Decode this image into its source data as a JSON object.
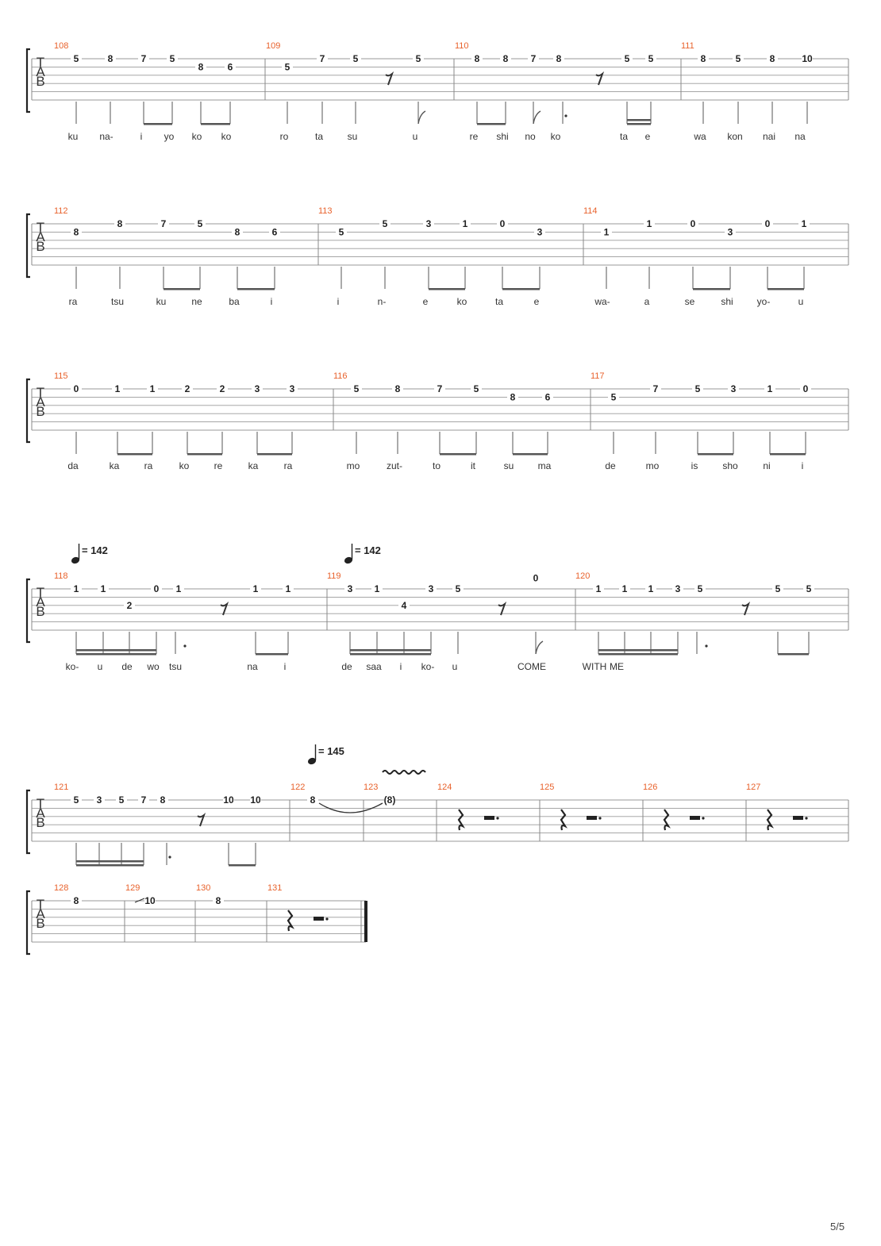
{
  "page_label": "5/5",
  "tab_clef": [
    "T",
    "A",
    "B"
  ],
  "systems": [
    {
      "measures": [
        {
          "number": "108",
          "frets": [
            "5",
            "8",
            "7",
            "5",
            "8",
            "6"
          ],
          "lyrics": [
            "ku",
            "na-",
            "i",
            "yo",
            "ko",
            "ko"
          ]
        },
        {
          "number": "109",
          "frets": [
            "5",
            "7",
            "5",
            "5"
          ],
          "lyrics": [
            "ro",
            "ta",
            "su",
            "u"
          ]
        },
        {
          "number": "110",
          "frets": [
            "8",
            "8",
            "7",
            "8",
            "5",
            "5"
          ],
          "lyrics": [
            "re",
            "shi",
            "no",
            "ko",
            "ta",
            "e"
          ]
        },
        {
          "number": "111",
          "frets": [
            "8",
            "5",
            "8",
            "10"
          ],
          "lyrics": [
            "wa",
            "kon",
            "nai",
            "na"
          ]
        }
      ]
    },
    {
      "measures": [
        {
          "number": "112",
          "frets": [
            "8",
            "8",
            "7",
            "5",
            "8",
            "6"
          ],
          "lyrics": [
            "ra",
            "tsu",
            "ku",
            "ne",
            "ba",
            "i"
          ]
        },
        {
          "number": "113",
          "frets": [
            "5",
            "5",
            "3",
            "1",
            "0",
            "3"
          ],
          "lyrics": [
            "i",
            "n-",
            "e",
            "ko",
            "ta",
            "e"
          ]
        },
        {
          "number": "114",
          "frets": [
            "1",
            "1",
            "0",
            "3",
            "0",
            "1"
          ],
          "lyrics": [
            "wa-",
            "a",
            "se",
            "shi",
            "yo-",
            "u"
          ]
        }
      ]
    },
    {
      "measures": [
        {
          "number": "115",
          "frets": [
            "0",
            "1",
            "1",
            "2",
            "2",
            "3",
            "3"
          ],
          "lyrics": [
            "da",
            "ka",
            "ra",
            "ko",
            "re",
            "ka",
            "ra"
          ]
        },
        {
          "number": "116",
          "frets": [
            "5",
            "8",
            "7",
            "5",
            "8",
            "6"
          ],
          "lyrics": [
            "mo",
            "zut-",
            "to",
            "it",
            "su",
            "ma"
          ]
        },
        {
          "number": "117",
          "frets": [
            "5",
            "7",
            "5",
            "3",
            "1",
            "0"
          ],
          "lyrics": [
            "de",
            "mo",
            "is",
            "sho",
            "ni",
            "i"
          ]
        }
      ]
    },
    {
      "tempo": [
        {
          "symbol": "♩",
          "text": "= 142"
        },
        {
          "symbol": "♩",
          "text": "= 142"
        }
      ],
      "measures": [
        {
          "number": "118",
          "frets": [
            "1",
            "1",
            "2",
            "0",
            "1",
            "1",
            "1"
          ],
          "lyrics": [
            "ko-",
            "u",
            "de",
            "wo",
            "tsu",
            "na",
            "i"
          ]
        },
        {
          "number": "119",
          "frets": [
            "3",
            "1",
            "4",
            "3",
            "5",
            "0"
          ],
          "lyrics": [
            "de",
            "saa",
            "i",
            "ko-",
            "u",
            "COME"
          ]
        },
        {
          "number": "120",
          "frets": [
            "1",
            "1",
            "1",
            "3",
            "5",
            "5",
            "5"
          ],
          "lyrics": [
            "WITH",
            "ME"
          ]
        }
      ]
    },
    {
      "tempo": [
        {
          "symbol": "♩",
          "text": "= 145"
        }
      ],
      "measures": [
        {
          "number": "121",
          "frets": [
            "5",
            "3",
            "5",
            "7",
            "8",
            "10",
            "10"
          ]
        },
        {
          "number": "122",
          "frets": [
            "8"
          ]
        },
        {
          "number": "123",
          "frets": [
            "(8)"
          ]
        },
        {
          "number": "124"
        },
        {
          "number": "125"
        },
        {
          "number": "126"
        },
        {
          "number": "127"
        }
      ]
    },
    {
      "measures": [
        {
          "number": "128",
          "frets": [
            "8"
          ]
        },
        {
          "number": "129",
          "frets": [
            "10"
          ]
        },
        {
          "number": "130",
          "frets": [
            "8"
          ]
        },
        {
          "number": "131"
        }
      ]
    }
  ]
}
